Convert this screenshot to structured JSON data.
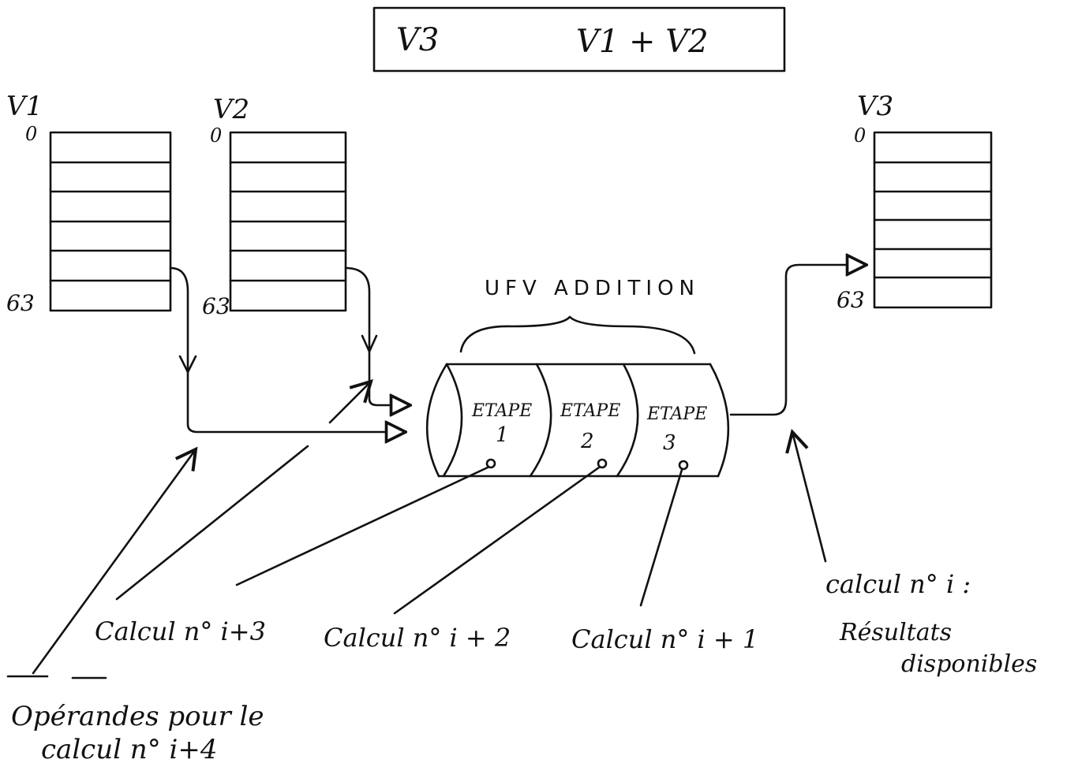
{
  "title": {
    "left": "V3",
    "right": "V1 + V2"
  },
  "registers": {
    "v1": {
      "name": "V1",
      "first_index": "0",
      "last_index": "63"
    },
    "v2": {
      "name": "V2",
      "first_index": "0",
      "last_index": "63"
    },
    "v3": {
      "name": "V3",
      "first_index": "0",
      "last_index": "63"
    }
  },
  "unit": {
    "label": "UFV ADDITION",
    "stages": [
      {
        "label": "ETAPE",
        "number": "1"
      },
      {
        "label": "ETAPE",
        "number": "2"
      },
      {
        "label": "ETAPE",
        "number": "3"
      }
    ]
  },
  "annotations": {
    "calc_i3": "Calcul n° i+3",
    "calc_i2": "Calcul n° i + 2",
    "calc_i1": "Calcul n° i + 1",
    "calc_i_title": "calcul n° i :",
    "calc_i_line2": "Résultats",
    "calc_i_line3": "disponibles",
    "operands_line1": "Opérandes pour le",
    "operands_line2": "calcul n° i+4"
  }
}
